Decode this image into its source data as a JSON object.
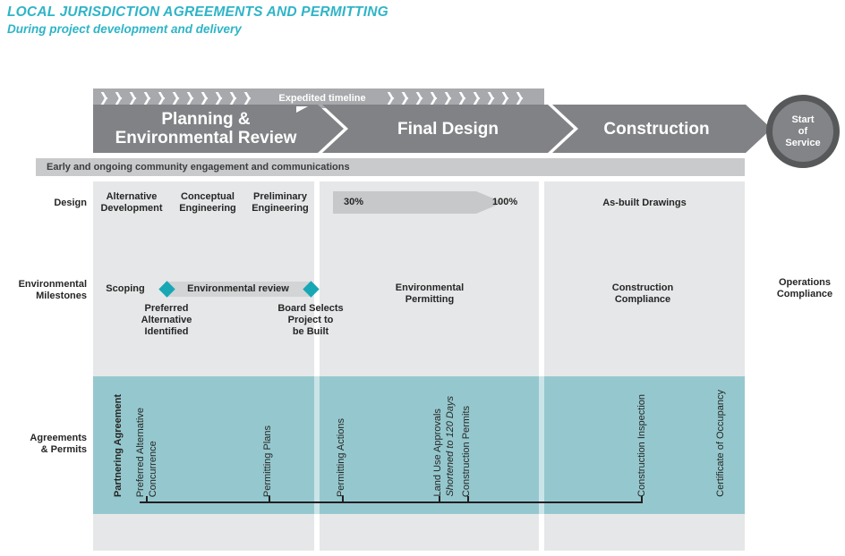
{
  "header": {
    "title": "LOCAL JURISDICTION AGREEMENTS AND PERMITTING",
    "subtitle": "During project development and delivery"
  },
  "timeline": {
    "expedited_label": "Expedited timeline",
    "phase1_line1": "Planning &",
    "phase1_line2": "Environmental Review",
    "phase2": "Final Design",
    "phase3": "Construction",
    "terminal_line1": "Start",
    "terminal_line2": "of",
    "terminal_line3": "Service"
  },
  "engagement": {
    "label": "Early and ongoing community engagement and communications"
  },
  "row_labels": {
    "design": "Design",
    "environmental_line1": "Environmental",
    "environmental_line2": "Milestones",
    "agreements_line1": "Agreements",
    "agreements_line2": "& Permits"
  },
  "design_row": {
    "planning_items": [
      {
        "line1": "Alternative",
        "line2": "Development"
      },
      {
        "line1": "Conceptual",
        "line2": "Engineering"
      },
      {
        "line1": "Preliminary",
        "line2": "Engineering"
      }
    ],
    "progress_start": "30%",
    "progress_end": "100%",
    "construction_item": "As-built Drawings"
  },
  "milestones_row": {
    "scoping": "Scoping",
    "review_label": "Environmental review",
    "preferred_alternative": {
      "line1": "Preferred",
      "line2": "Alternative",
      "line3": "Identified"
    },
    "board_selects": {
      "line1": "Board Selects",
      "line2": "Project to",
      "line3": "be Built"
    },
    "environmental_permitting": {
      "line1": "Environmental",
      "line2": "Permitting"
    },
    "construction_compliance": {
      "line1": "Construction",
      "line2": "Compliance"
    },
    "operations_compliance": {
      "line1": "Operations",
      "line2": "Compliance"
    }
  },
  "agreements_row": {
    "items": [
      {
        "lines": [
          "Partnering Agreement"
        ]
      },
      {
        "lines": [
          "Preferred Alternative",
          "Concurrence"
        ]
      },
      {
        "lines": [
          "Permitting Plans"
        ]
      },
      {
        "lines": [
          "Permitting Actions"
        ]
      },
      {
        "lines": [
          "Land Use Approvals",
          "Shortened to 120 Days"
        ]
      },
      {
        "lines": [
          "Construction Permits"
        ]
      },
      {
        "lines": [
          "Construction Inspection"
        ]
      },
      {
        "lines": [
          "Certificate of Occupancy"
        ]
      }
    ]
  },
  "colors": {
    "accent_teal": "#2FB4C7",
    "band_teal": "#95C8CE",
    "diamond_teal": "#17A7B5",
    "phase_gray": "#808285",
    "chevron_bar_gray": "#A7A9AC",
    "column_gray": "#E6E7E8",
    "engagement_bar_gray": "#C9CACC",
    "review_bar_gray": "#D2D4D5",
    "start_ring_gray": "#57585A",
    "text_dark": "#262626"
  }
}
